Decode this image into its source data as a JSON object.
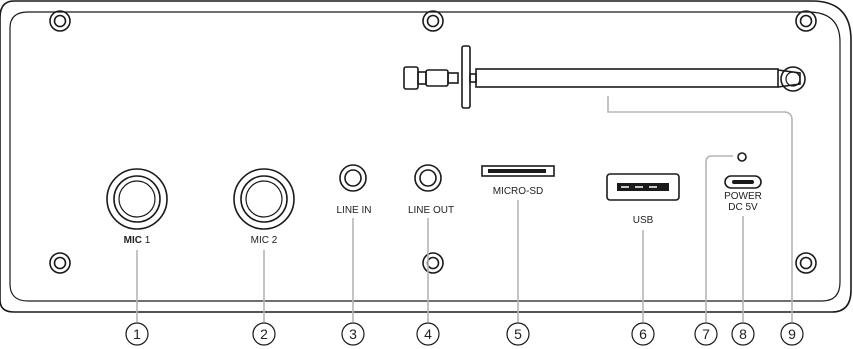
{
  "ports": {
    "mic1_bold": "MIC",
    "mic1_num": "1",
    "mic2": "MIC 2",
    "line_in": "LINE IN",
    "line_out": "LINE OUT",
    "micro_sd": "MICRO-SD",
    "usb": "USB",
    "power_line1": "POWER",
    "power_line2": "DC 5V"
  },
  "callouts": [
    "1",
    "2",
    "3",
    "4",
    "5",
    "6",
    "7",
    "8",
    "9"
  ]
}
